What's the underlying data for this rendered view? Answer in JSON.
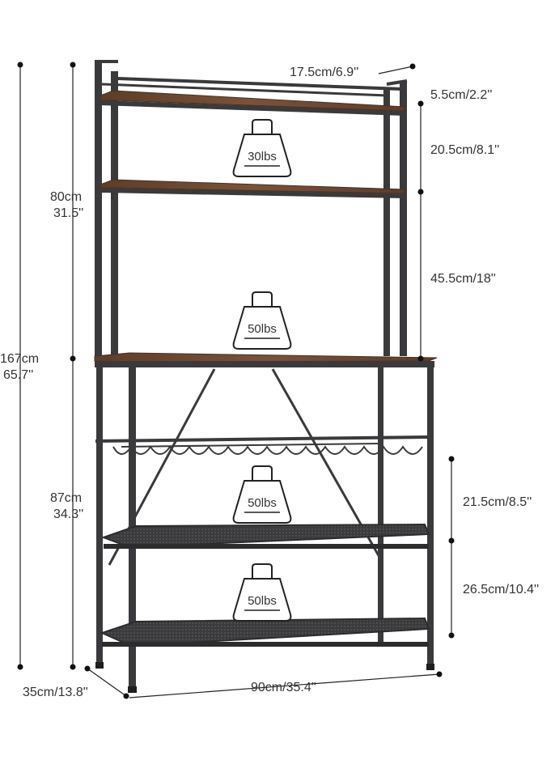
{
  "dimensions": {
    "depth_top": "17.5cm/6.9''",
    "top_gap": "5.5cm/2.2''",
    "upper_gap": "20.5cm/8.1''",
    "hutch_gap": "45.5cm/18''",
    "hutch_height_cm": "80cm",
    "hutch_height_in": "31.5''",
    "total_height_cm": "167cm",
    "total_height_in": "65.7''",
    "base_height_cm": "87cm",
    "base_height_in": "34.3''",
    "lower_gap_1": "21.5cm/8.5''",
    "lower_gap_2": "26.5cm/10.4''",
    "depth_bottom": "35cm/13.8''",
    "width": "90cm/35.4''"
  },
  "weights": {
    "top_shelf": "30lbs",
    "worktop": "50lbs",
    "mesh_shelf": "50lbs",
    "bottom_shelf": "50lbs"
  },
  "colors": {
    "frame": "#3a3a3c",
    "wood": "#6e4a33",
    "wood_edge": "#4a3021",
    "dim_line": "#222222"
  }
}
